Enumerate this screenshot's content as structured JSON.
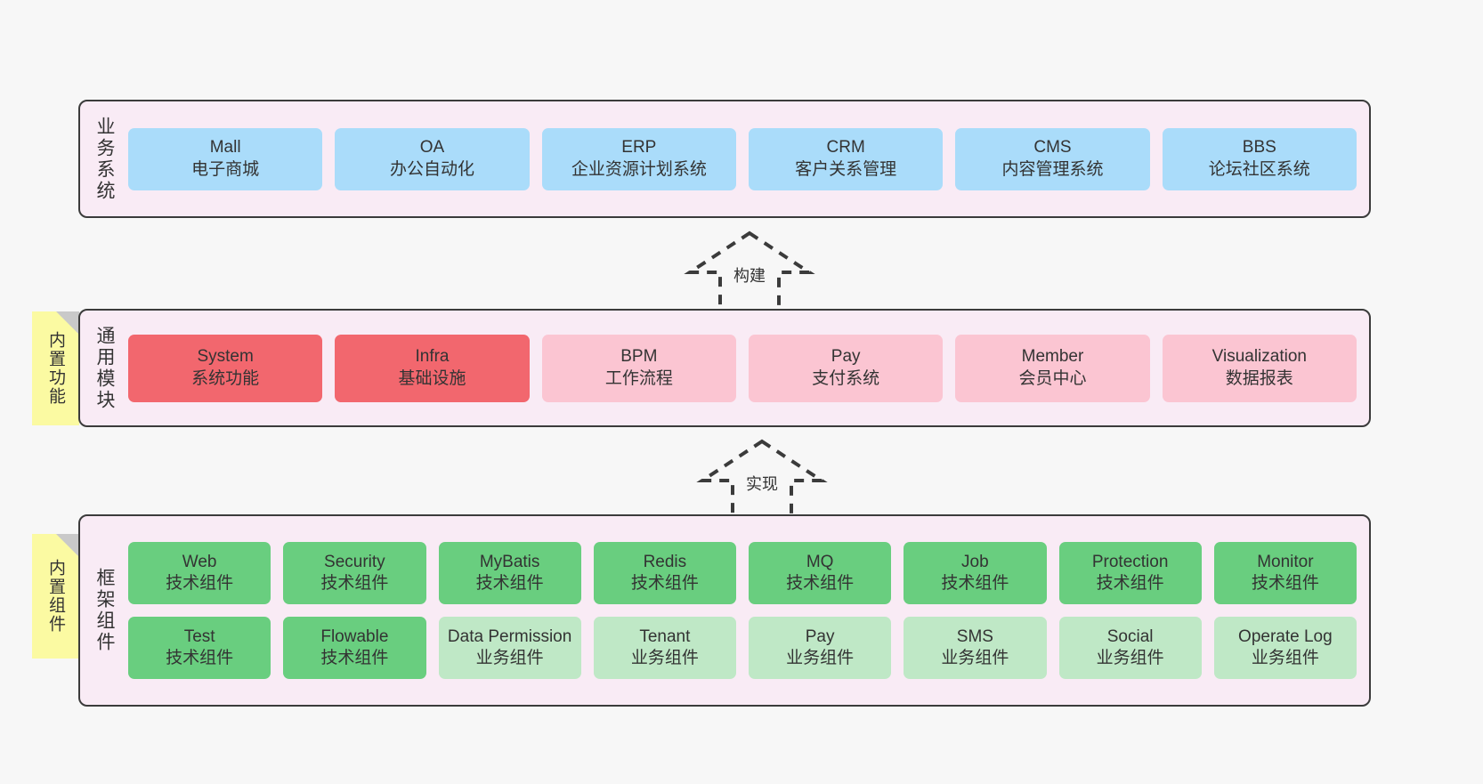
{
  "diagram": {
    "background_color": "#f7f7f7",
    "band_fill": "#f9ebf5",
    "band_border": "#3b3b3b",
    "note_fill": "#fbfaa2"
  },
  "bands": [
    {
      "id": "business",
      "title": "业务系统",
      "rows": [
        {
          "cards": [
            {
              "en": "Mall",
              "cn": "电子商城",
              "color": "#aadcfa"
            },
            {
              "en": "OA",
              "cn": "办公自动化",
              "color": "#aadcfa"
            },
            {
              "en": "ERP",
              "cn": "企业资源计划系统",
              "color": "#aadcfa"
            },
            {
              "en": "CRM",
              "cn": "客户关系管理",
              "color": "#aadcfa"
            },
            {
              "en": "CMS",
              "cn": "内容管理系统",
              "color": "#aadcfa"
            },
            {
              "en": "BBS",
              "cn": "论坛社区系统",
              "color": "#aadcfa"
            }
          ]
        }
      ]
    },
    {
      "id": "modules",
      "title": "通用模块",
      "note": "内置功能",
      "rows": [
        {
          "cards": [
            {
              "en": "System",
              "cn": "系统功能",
              "color": "#f2676e"
            },
            {
              "en": "Infra",
              "cn": "基础设施",
              "color": "#f2676e"
            },
            {
              "en": "BPM",
              "cn": "工作流程",
              "color": "#fbc5d2"
            },
            {
              "en": "Pay",
              "cn": "支付系统",
              "color": "#fbc5d2"
            },
            {
              "en": "Member",
              "cn": "会员中心",
              "color": "#fbc5d2"
            },
            {
              "en": "Visualization",
              "cn": "数据报表",
              "color": "#fbc5d2"
            }
          ]
        }
      ]
    },
    {
      "id": "framework",
      "title": "框架组件",
      "note": "内置组件",
      "rows": [
        {
          "cards": [
            {
              "en": "Web",
              "cn": "技术组件",
              "color": "#69ce7f"
            },
            {
              "en": "Security",
              "cn": "技术组件",
              "color": "#69ce7f"
            },
            {
              "en": "MyBatis",
              "cn": "技术组件",
              "color": "#69ce7f"
            },
            {
              "en": "Redis",
              "cn": "技术组件",
              "color": "#69ce7f"
            },
            {
              "en": "MQ",
              "cn": "技术组件",
              "color": "#69ce7f"
            },
            {
              "en": "Job",
              "cn": "技术组件",
              "color": "#69ce7f"
            },
            {
              "en": "Protection",
              "cn": "技术组件",
              "color": "#69ce7f"
            },
            {
              "en": "Monitor",
              "cn": "技术组件",
              "color": "#69ce7f"
            }
          ]
        },
        {
          "cards": [
            {
              "en": "Test",
              "cn": "技术组件",
              "color": "#69ce7f"
            },
            {
              "en": "Flowable",
              "cn": "技术组件",
              "color": "#69ce7f"
            },
            {
              "en": "Data Permission",
              "cn": "业务组件",
              "color": "#bfe8c6"
            },
            {
              "en": "Tenant",
              "cn": "业务组件",
              "color": "#bfe8c6"
            },
            {
              "en": "Pay",
              "cn": "业务组件",
              "color": "#bfe8c6"
            },
            {
              "en": "SMS",
              "cn": "业务组件",
              "color": "#bfe8c6"
            },
            {
              "en": "Social",
              "cn": "业务组件",
              "color": "#bfe8c6"
            },
            {
              "en": "Operate Log",
              "cn": "业务组件",
              "color": "#bfe8c6"
            }
          ]
        }
      ]
    }
  ],
  "arrows": [
    {
      "id": "build",
      "label": "构建"
    },
    {
      "id": "implement",
      "label": "实现"
    }
  ]
}
